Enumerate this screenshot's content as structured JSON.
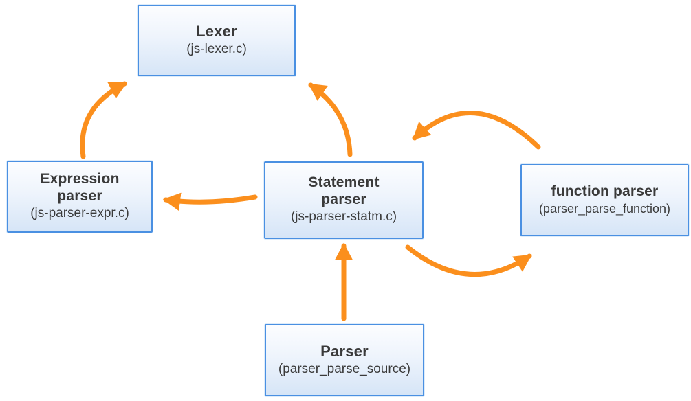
{
  "diagram": {
    "nodes": [
      {
        "id": "lexer",
        "title": "Lexer",
        "subtitle": "(js-lexer.c)"
      },
      {
        "id": "expression-parser",
        "title": "Expression\nparser",
        "subtitle": "(js-parser-expr.c)"
      },
      {
        "id": "statement-parser",
        "title": "Statement\nparser",
        "subtitle": "(js-parser-statm.c)"
      },
      {
        "id": "function-parser",
        "title": "function parser",
        "subtitle": "(parser_parse_function)"
      },
      {
        "id": "parser",
        "title": "Parser",
        "subtitle": "(parser_parse_source)"
      }
    ],
    "edges": [
      {
        "from": "expression-parser",
        "to": "lexer",
        "style": "curved"
      },
      {
        "from": "statement-parser",
        "to": "lexer",
        "style": "curved"
      },
      {
        "from": "function-parser",
        "to": "statement-parser",
        "style": "arc-over"
      },
      {
        "from": "statement-parser",
        "to": "function-parser",
        "style": "arc-under"
      },
      {
        "from": "statement-parser",
        "to": "expression-parser",
        "style": "curved"
      },
      {
        "from": "parser",
        "to": "statement-parser",
        "style": "straight"
      }
    ],
    "colors": {
      "arrow": "#fb8f1d",
      "node_border": "#4a90e2",
      "node_fill_top": "#fcfdff",
      "node_fill_bottom": "#d6e5f7",
      "text": "#3a3a3a"
    }
  }
}
